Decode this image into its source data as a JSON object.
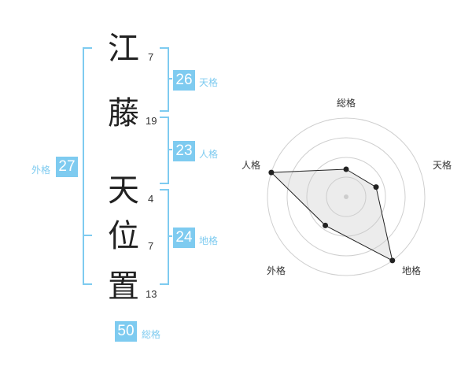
{
  "name_chars": [
    {
      "char": "江",
      "strokes": "7"
    },
    {
      "char": "藤",
      "strokes": "19"
    },
    {
      "char": "天",
      "strokes": "4"
    },
    {
      "char": "位",
      "strokes": "7"
    },
    {
      "char": "置",
      "strokes": "13"
    }
  ],
  "fortunes": {
    "tenkaku": {
      "value": "26",
      "label": "天格"
    },
    "jinkaku": {
      "value": "23",
      "label": "人格"
    },
    "chikaku": {
      "value": "24",
      "label": "地格"
    },
    "gaikaku": {
      "value": "27",
      "label": "外格"
    },
    "soukaku": {
      "value": "50",
      "label": "総格"
    }
  },
  "colors": {
    "accent": "#7ecbf0",
    "text": "#222222"
  },
  "chart_data": {
    "type": "radar",
    "axes": [
      "総格",
      "天格",
      "地格",
      "外格",
      "人格"
    ],
    "values": [
      0.35,
      0.4,
      1.0,
      0.45,
      1.0
    ],
    "rings": 4
  }
}
